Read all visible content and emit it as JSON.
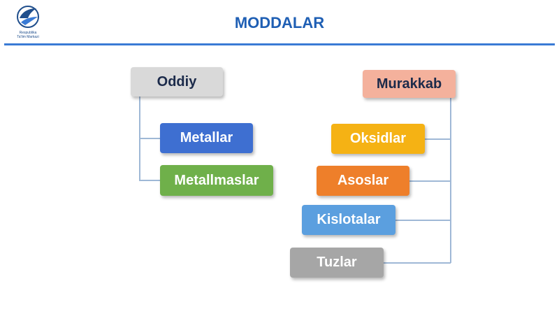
{
  "logo": {
    "line1": "Respublika",
    "line2": "Ta'lim Markazi"
  },
  "title": "MODDALAR",
  "nodes": {
    "oddiy": "Oddiy",
    "murakkab": "Murakkab",
    "metallar": "Metallar",
    "metallmaslar": "Metallmaslar",
    "oksidlar": "Oksidlar",
    "asoslar": "Asoslar",
    "kislotalar": "Kislotalar",
    "tuzlar": "Tuzlar"
  },
  "colors": {
    "oddiy": "#d9d9d9",
    "murakkab": "#f4b19c",
    "metallar": "#3e6fd1",
    "metallmaslar": "#6fb04a",
    "oksidlar": "#f5b214",
    "asoslar": "#ee7f2a",
    "kislotalar": "#5b9fdf",
    "tuzlar": "#a6a6a6",
    "title": "#1f5fb4"
  }
}
